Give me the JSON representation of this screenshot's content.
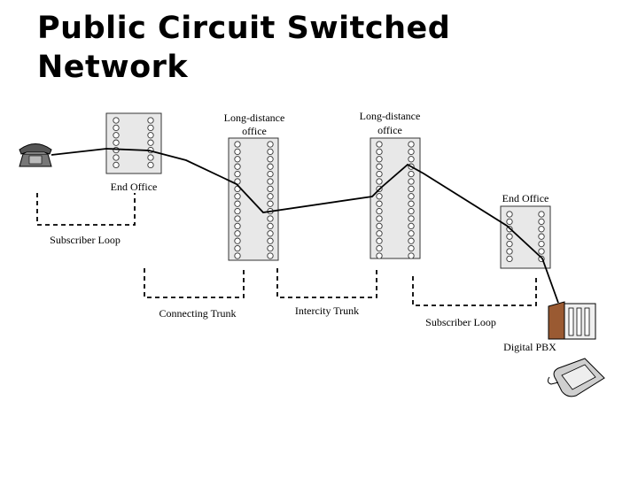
{
  "title": {
    "line1": "Public Circuit Switched",
    "line2": "Network"
  },
  "labels": {
    "end_office_left": "End Office",
    "long_distance_1_line1": "Long-distance",
    "long_distance_1_line2": "office",
    "long_distance_2_line1": "Long-distance",
    "long_distance_2_line2": "office",
    "end_office_right": "End Office",
    "subscriber_loop_left": "Subscriber Loop",
    "connecting_trunk": "Connecting Trunk",
    "intercity_trunk": "Intercity Trunk",
    "subscriber_loop_right": "Subscriber Loop",
    "digital_pbx": "Digital PBX"
  }
}
